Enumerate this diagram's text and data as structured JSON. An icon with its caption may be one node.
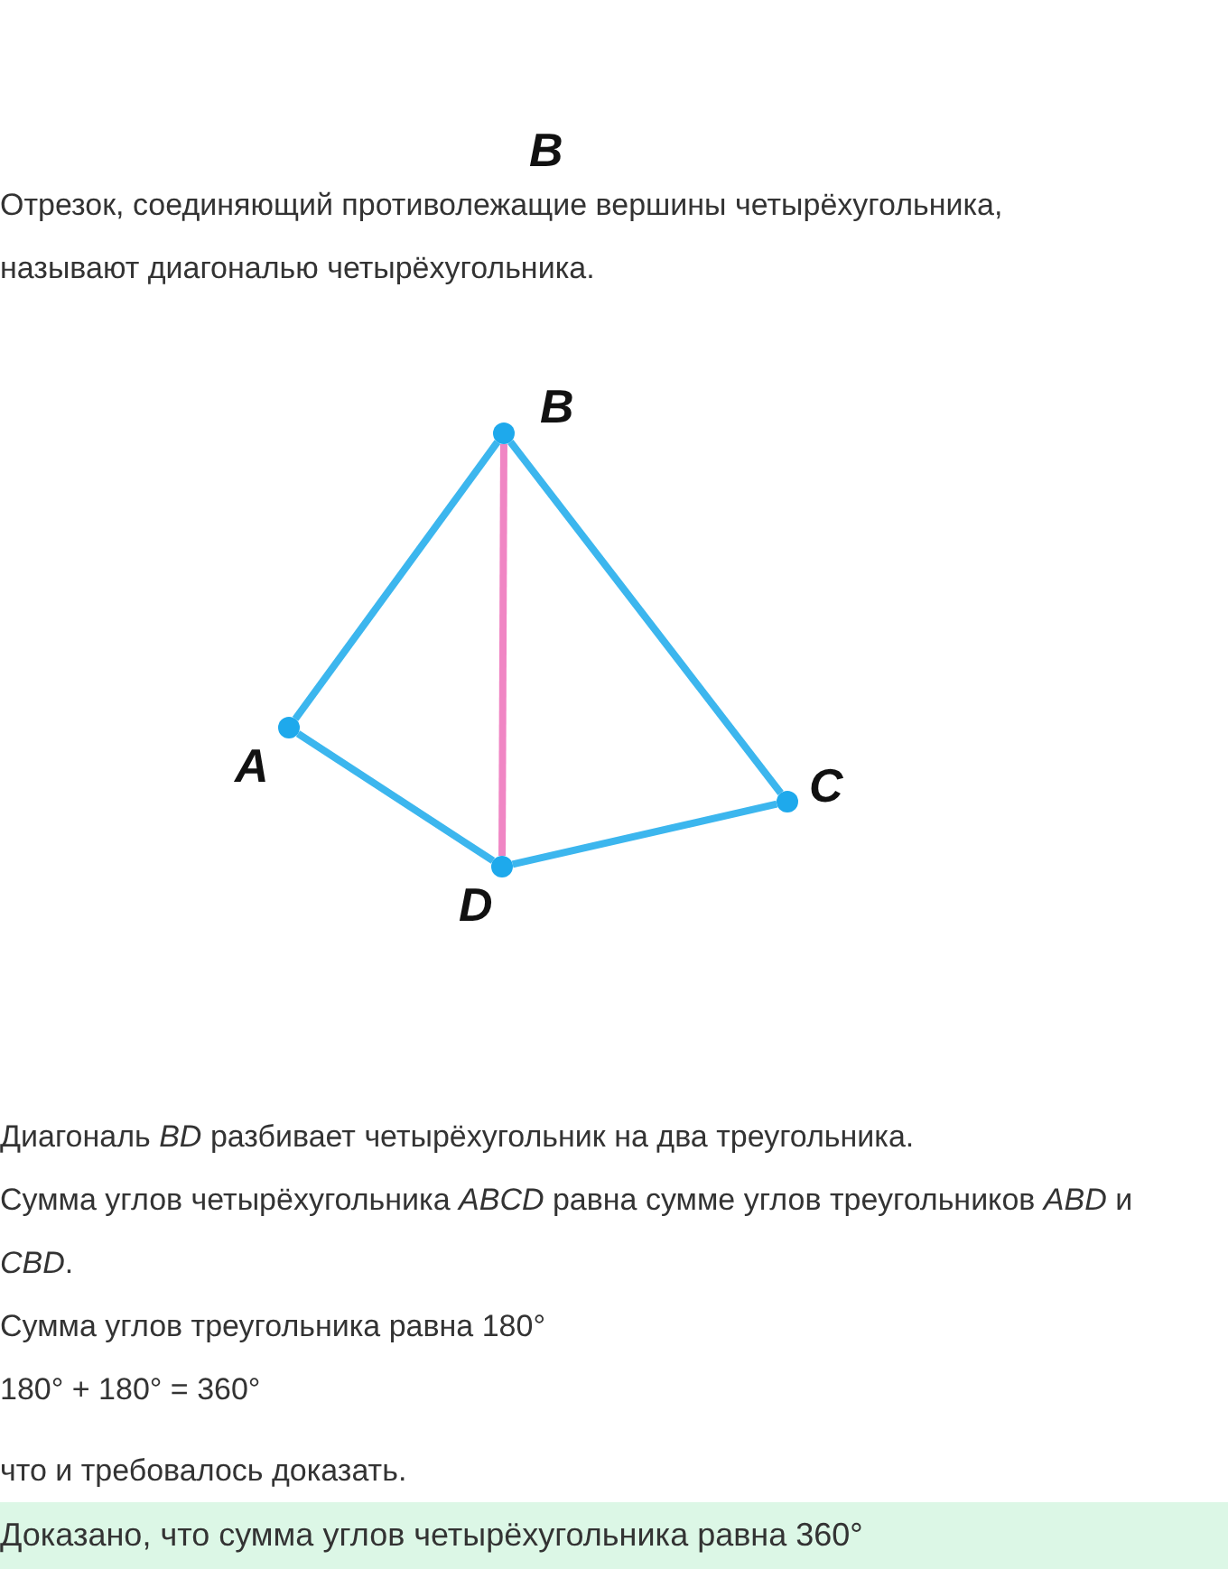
{
  "diagram": {
    "nodes": [
      {
        "text": [
          "B"
        ]
      },
      {
        "text": [
          "A"
        ]
      },
      {
        "text": [
          "C"
        ]
      },
      {
        "text": [
          "D"
        ]
      }
    ],
    "edges": [
      {
        "from": 0,
        "to": 1,
        "arrow": "none"
      },
      {
        "from": 0,
        "to": 2,
        "arrow": "none"
      },
      {
        "from": 3,
        "to": 2,
        "arrow": "none"
      },
      {
        "from": 1,
        "to": 3,
        "arrow": "none"
      },
      {
        "from": 0,
        "to": 3,
        "arrow": "none",
        "color": "#f086c4"
      }
    ],
    "labels": [
      "B",
      "Отрезок, соединяющий противолежащие вершины четырёхугольника, называют диагональю четырёхугольника.",
      "Диагональ *BD* разбивает четырёхугольник на два треугольника.",
      "Сумма углов четырёхугольника *ABCD* равна сумме углов треугольников *ABD* и *CBD*.",
      "Сумма углов треугольника равна 180°",
      "180° + 180° = 360°",
      "что и требовалось доказать.",
      "Доказано, что сумма углов четырёхугольника равна 360°"
    ]
  }
}
